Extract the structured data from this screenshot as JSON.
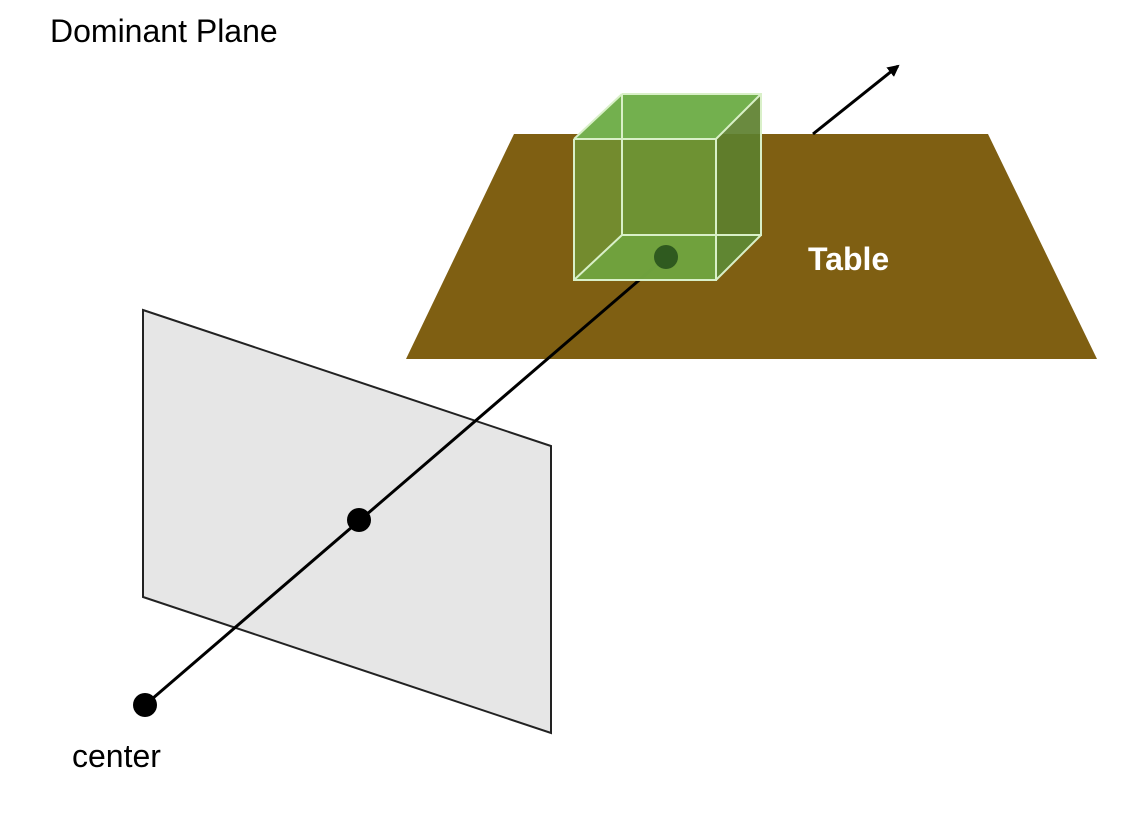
{
  "title": "Dominant Plane",
  "labels": {
    "table": "Table",
    "center": "center"
  },
  "colors": {
    "table_fill": "#7f5f12",
    "image_plane_fill": "#e6e6e6",
    "image_plane_stroke": "#222222",
    "cube_face": "#6fa543",
    "cube_top": "#73b04e",
    "cube_edge": "#d9f0c8",
    "ray": "#000000",
    "point": "#000000",
    "object_point": "#2f5a1f",
    "table_label": "#ffffff"
  },
  "icons": {
    "ray_arrowhead": "arrowhead"
  }
}
